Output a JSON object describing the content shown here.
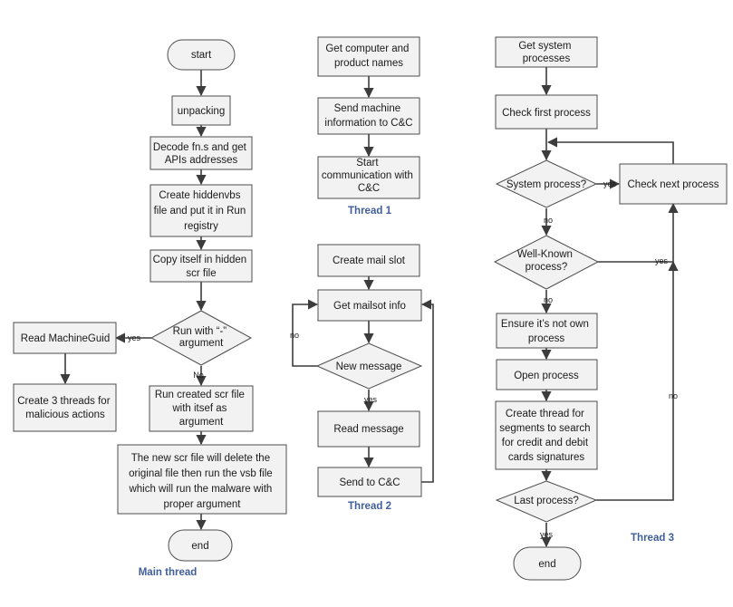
{
  "colors": {
    "caption": "#3f5e9a",
    "node_fill": "#f2f2f2",
    "stroke": "#4d4d4d"
  },
  "captions": {
    "main": "Main thread",
    "t1": "Thread 1",
    "t2": "Thread 2",
    "t3": "Thread 3"
  },
  "main": {
    "start": "start",
    "unpacking": "unpacking",
    "decode": [
      "Decode fn.s and get",
      "APIs addresses"
    ],
    "create_vbs": [
      "Create hiddenvbs",
      "file and put it in Run",
      "registry"
    ],
    "copy": [
      "Copy itself in hidden",
      "scr file"
    ],
    "run_with": [
      "Run with “-”",
      "argument"
    ],
    "read_guid": "Read MachineGuid",
    "create_threads": [
      "Create 3 threads for",
      "malicious actions"
    ],
    "run_created": [
      "Run created scr file",
      "with itsef as",
      "argument"
    ],
    "new_scr": [
      "The new scr file will delete the",
      "original file then run the vsb file",
      "which will run the malware with",
      "proper argument"
    ],
    "end": "end",
    "yes": "yes",
    "no": "No"
  },
  "thread1": {
    "get_names": [
      "Get computer and",
      "product names"
    ],
    "send_info": [
      "Send machine",
      "information to C&C"
    ],
    "start_comm": [
      "Start",
      "communication with",
      "C&C"
    ]
  },
  "thread2": {
    "create_slot": "Create mail slot",
    "get_info": "Get mailsot info",
    "new_message": "New message",
    "read_message": "Read message",
    "send_cc": "Send to C&C",
    "no": "no",
    "yes": "yes"
  },
  "thread3": {
    "get_processes": [
      "Get system",
      "processes"
    ],
    "check_first": "Check first process",
    "system_process": "System process?",
    "check_next": "Check next process",
    "well_known": [
      "Well-Known",
      "process?"
    ],
    "ensure": [
      "Ensure it’s not own",
      "process"
    ],
    "open": "Open process",
    "create_thread": [
      "Create thread for",
      "segments to search",
      "for credit and debit",
      "cards signatures"
    ],
    "last_process": "Last process?",
    "end": "end",
    "yes_system": "yes",
    "no_system": "no",
    "yes_well": "yes",
    "no_well": "no",
    "no_last": "no",
    "yes_last": "yes"
  }
}
